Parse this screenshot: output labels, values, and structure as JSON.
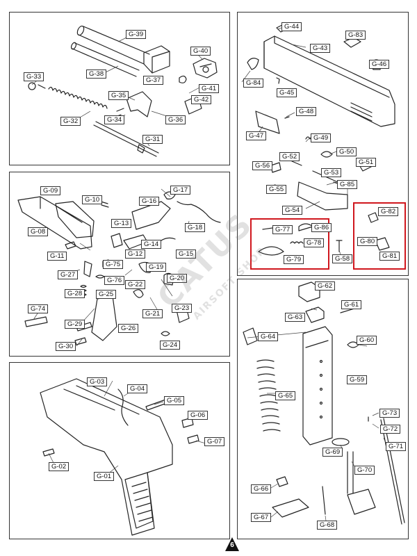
{
  "panels": {
    "barrel": {
      "labels": [
        "G-39",
        "G-40",
        "G-38",
        "G-37",
        "G-41",
        "G-33",
        "G-35",
        "G-42",
        "G-34",
        "G-36",
        "G-32",
        "G-31"
      ]
    },
    "slide": {
      "labels": [
        "G-44",
        "G-83",
        "G-43",
        "G-46",
        "G-84",
        "G-45",
        "G-48",
        "G-47",
        "G-49",
        "G-50",
        "G-52",
        "G-56",
        "G-51",
        "G-53",
        "G-55",
        "G-85",
        "G-54",
        "G-82",
        "G-77",
        "G-86",
        "G-80",
        "G-78",
        "G-81",
        "G-79",
        "G-58"
      ]
    },
    "trigger": {
      "labels": [
        "G-09",
        "G-10",
        "G-17",
        "G-16",
        "G-08",
        "G-13",
        "G-18",
        "G-14",
        "G-12",
        "G-11",
        "G-15",
        "G-75",
        "G-19",
        "G-27",
        "G-76",
        "G-20",
        "G-22",
        "G-28",
        "G-25",
        "G-74",
        "G-23",
        "G-21",
        "G-29",
        "G-26",
        "G-30",
        "G-24"
      ]
    },
    "frame": {
      "labels": [
        "G-03",
        "G-04",
        "G-05",
        "G-06",
        "G-07",
        "G-02",
        "G-01"
      ]
    },
    "magazine": {
      "labels": [
        "G-62",
        "G-61",
        "G-63",
        "G-64",
        "G-60",
        "G-59",
        "G-65",
        "G-73",
        "G-72",
        "G-71",
        "G-69",
        "G-70",
        "G-66",
        "G-67",
        "G-68"
      ]
    }
  },
  "watermark": {
    "main": "CATUS",
    "sub": "AIRSOFT SHOP"
  },
  "page_number": "6",
  "colors": {
    "highlight": "#d0161d",
    "line": "#333333"
  }
}
